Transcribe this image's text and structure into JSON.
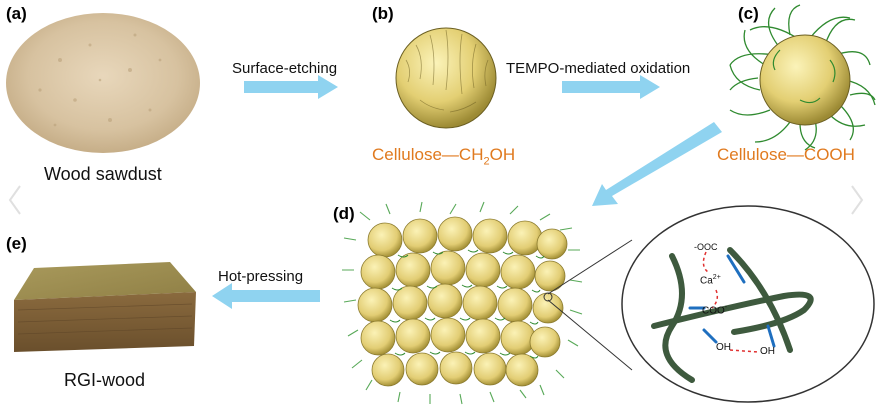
{
  "panels": {
    "a": {
      "tag": "(a)",
      "caption": "Wood sawdust"
    },
    "b": {
      "tag": "(b)",
      "caption_prefix": "Cellulose—CH",
      "caption_sub": "2",
      "caption_suffix": "OH"
    },
    "c": {
      "tag": "(c)",
      "caption": "Cellulose—COOH"
    },
    "d": {
      "tag": "(d)"
    },
    "e": {
      "tag": "(e)",
      "caption": "RGI-wood"
    }
  },
  "steps": {
    "etching": "Surface-etching",
    "oxidation": "TEMPO-mediated oxidation",
    "pressing": "Hot-pressing"
  },
  "chem": {
    "ooc": "-OOC",
    "ca": "Ca",
    "ca_sup": "2+",
    "coo": "COO",
    "coo_sup": "-",
    "oh1": "OH",
    "oh2": "OH"
  },
  "colors": {
    "arrow": "#8fd3f0",
    "accent_orange": "#e07a1f",
    "fiber_green": "#2f8a2f",
    "sphere_yellow": "#e6d98a"
  }
}
